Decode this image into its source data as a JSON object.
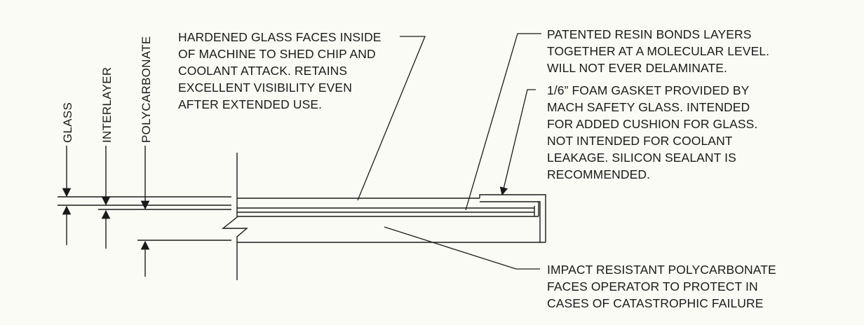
{
  "layer_labels": {
    "glass": "GLASS",
    "interlayer": "INTERLAYER",
    "polycarbonate": "POLYCARBONATE"
  },
  "callouts": {
    "hardened_glass": [
      "HARDENED GLASS FACES INSIDE",
      "OF MACHINE TO SHED CHIP AND",
      "COOLANT ATTACK. RETAINS",
      "EXCELLENT VISIBILITY EVEN",
      "AFTER EXTENDED USE."
    ],
    "patented_resin": [
      "PATENTED RESIN BONDS LAYERS",
      "TOGETHER AT A MOLECULAR LEVEL.",
      "WILL NOT EVER DELAMINATE."
    ],
    "foam_gasket": [
      "1/6” FOAM GASKET PROVIDED BY",
      "MACH SAFETY GLASS. INTENDED",
      "FOR ADDED CUSHION FOR GLASS.",
      "NOT INTENDED FOR COOLANT",
      "LEAKAGE. SILICON SEALANT IS",
      "RECOMMENDED."
    ],
    "impact_polycarbonate": [
      "IMPACT RESISTANT POLYCARBONATE",
      "FACES OPERATOR TO PROTECT IN",
      "CASES OF CATASTROPHIC FAILURE"
    ]
  },
  "colors": {
    "ink": "#1a1a1a",
    "paper": "#fbfbf6"
  }
}
